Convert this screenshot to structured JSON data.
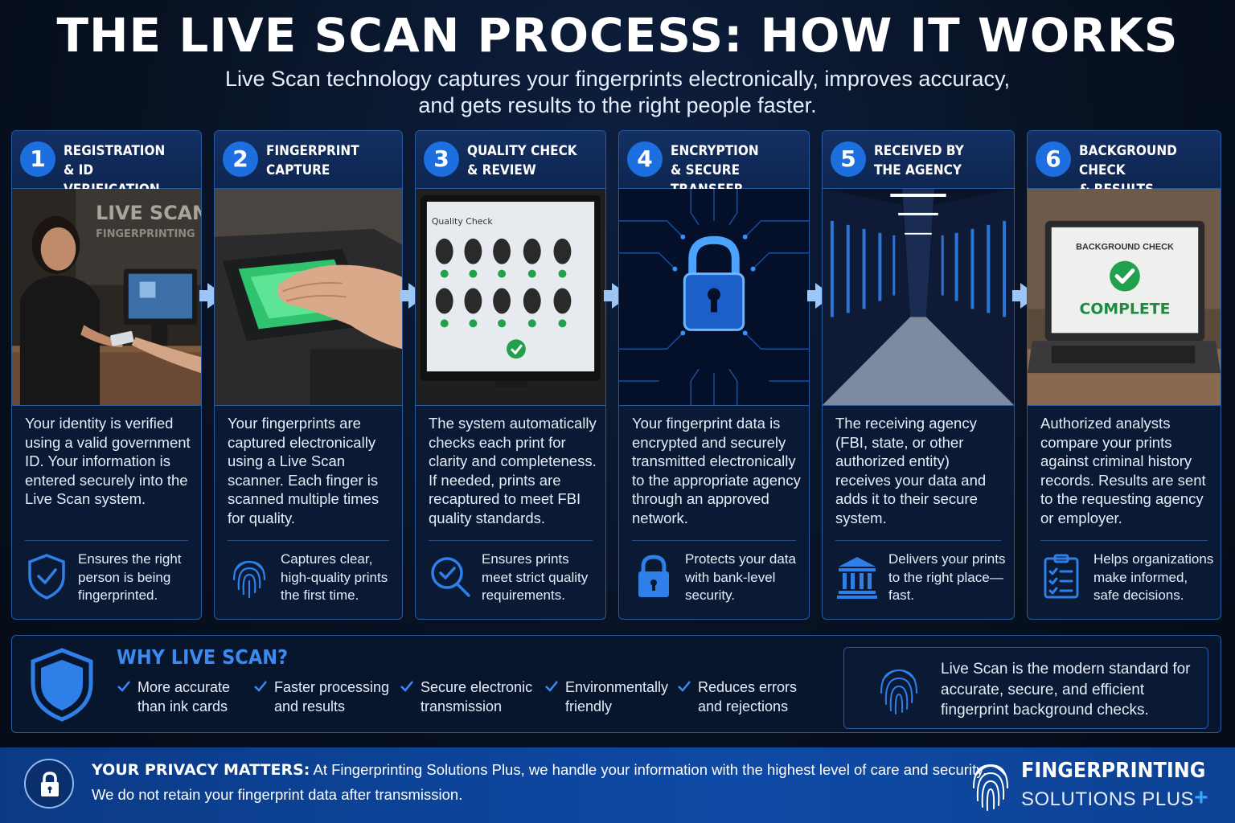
{
  "header": {
    "title": "THE LIVE SCAN PROCESS: HOW IT WORKS",
    "subtitle_line1": "Live Scan technology captures your fingerprints electronically, improves accuracy,",
    "subtitle_line2": "and gets results to the right people faster."
  },
  "steps": [
    {
      "number": "1",
      "title": "REGISTRATION\n& ID VERIFICATION",
      "image_text_1": "LIVE SCAN",
      "image_text_2": "FINGERPRINTING",
      "description": "Your identity is verified using a valid government ID. Your information is entered securely into the Live Scan system.",
      "icon": "shield-check-icon",
      "benefit": "Ensures the right person is being fingerprinted."
    },
    {
      "number": "2",
      "title": "FINGERPRINT\nCAPTURE",
      "description": "Your fingerprints are captured electronically using a Live Scan scanner. Each finger is scanned multiple times for quality.",
      "icon": "fingerprint-icon",
      "benefit": "Captures clear, high-quality prints the first time."
    },
    {
      "number": "3",
      "title": "QUALITY CHECK\n& REVIEW",
      "image_text_1": "Quality Check",
      "description": "The system automatically checks each print for clarity and completeness. If needed, prints are recaptured to meet FBI quality standards.",
      "icon": "magnifier-check-icon",
      "benefit": "Ensures prints meet strict quality requirements."
    },
    {
      "number": "4",
      "title": "ENCRYPTION\n& SECURE TRANSFER",
      "description": "Your fingerprint data is encrypted and securely transmitted electronically to the appropriate agency through an approved network.",
      "icon": "padlock-icon",
      "benefit": "Protects your data with bank-level security."
    },
    {
      "number": "5",
      "title": "RECEIVED BY\nTHE AGENCY",
      "description": "The receiving agency (FBI, state, or other authorized entity) receives your data and adds it to their secure system.",
      "icon": "government-building-icon",
      "benefit": "Delivers your prints to the right place—fast."
    },
    {
      "number": "6",
      "title": "BACKGROUND CHECK\n& RESULTS",
      "image_text_1": "BACKGROUND CHECK",
      "image_text_2": "COMPLETE",
      "description": "Authorized analysts compare your prints against criminal history records. Results are sent to the requesting agency or employer.",
      "icon": "clipboard-checklist-icon",
      "benefit": "Helps organizations make informed, safe decisions."
    }
  ],
  "why": {
    "title": "WHY LIVE SCAN?",
    "items": [
      {
        "line1": "More accurate",
        "line2": "than ink cards"
      },
      {
        "line1": "Faster processing",
        "line2": "and results"
      },
      {
        "line1": "Secure electronic",
        "line2": "transmission"
      },
      {
        "line1": "Environmentally",
        "line2": "friendly"
      },
      {
        "line1": "Reduces errors",
        "line2": "and rejections"
      }
    ],
    "callout": "Live Scan is the modern standard for accurate, secure, and efficient fingerprint background checks."
  },
  "footer": {
    "privacy_label": "YOUR PRIVACY MATTERS:",
    "privacy_text": "At Fingerprinting Solutions Plus, we handle your information with the highest level of care and security.",
    "privacy_line2": "We do not retain your fingerprint data after transmission.",
    "brand_line1": "FINGERPRINTING",
    "brand_line2": "SOLUTIONS PLUS",
    "brand_plus": "+"
  },
  "colors": {
    "accent_blue": "#1d6fe0",
    "background": "#07101f",
    "panel_border": "#2a5a9e",
    "check_green": "#22a04b"
  }
}
